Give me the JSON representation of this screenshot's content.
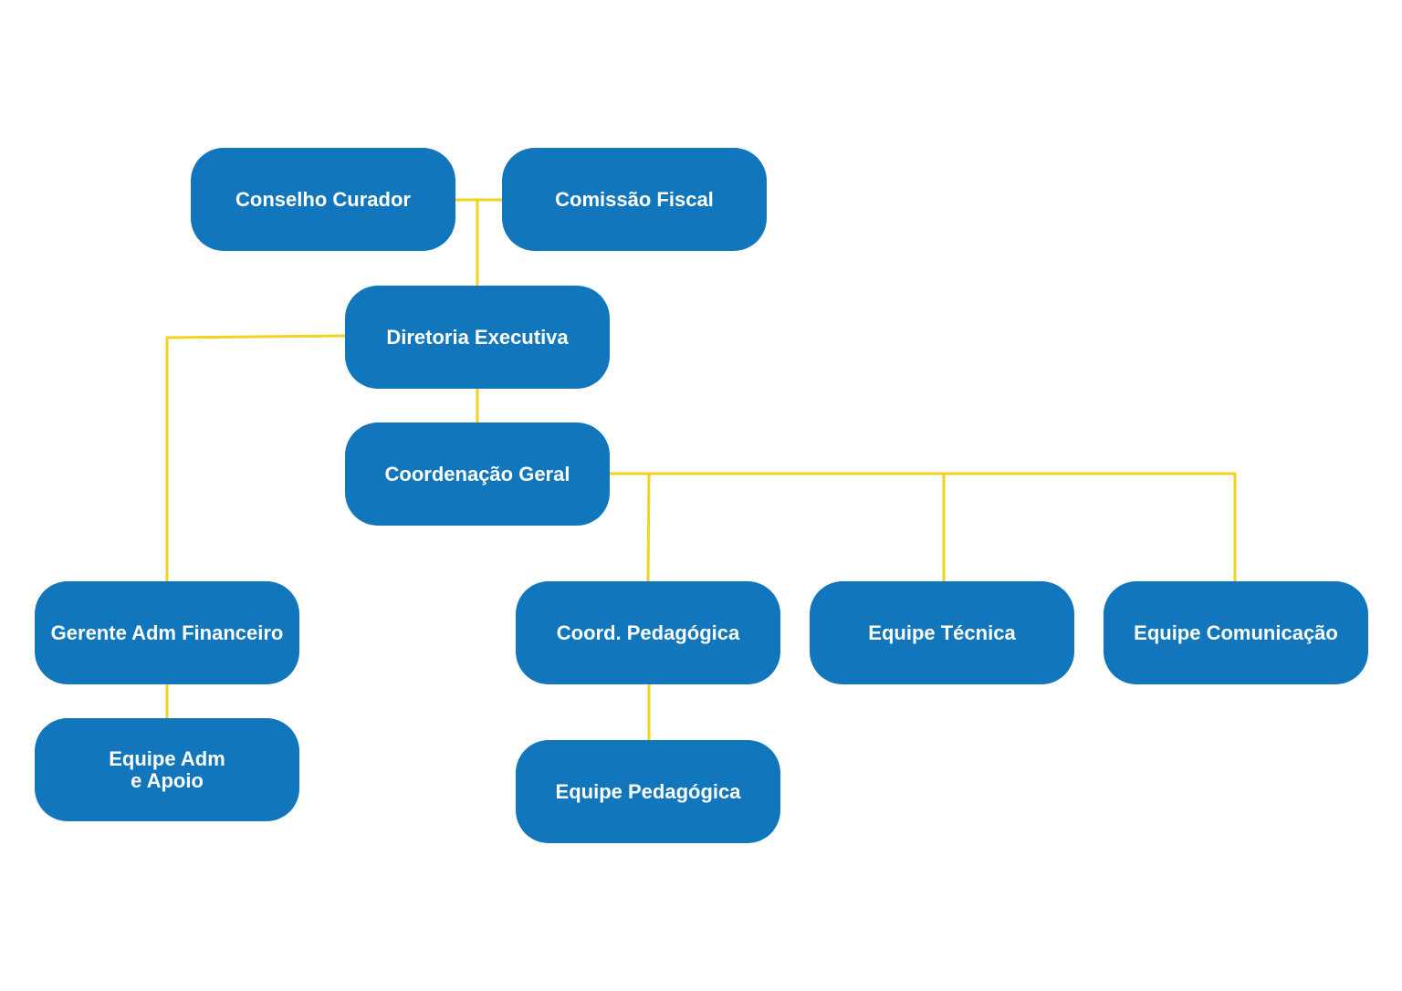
{
  "diagram": {
    "colors": {
      "box_fill": "#1276bc",
      "box_text": "#ffffff",
      "connector": "#f2d31f",
      "background": "#ffffff"
    },
    "nodes": {
      "conselho_curador": "Conselho Curador",
      "comissao_fiscal": "Comissão Fiscal",
      "diretoria_executiva": "Diretoria Executiva",
      "coordenacao_geral": "Coordenação Geral",
      "gerente_adm_financeiro": "Gerente Adm Financeiro",
      "equipe_adm_apoio": "Equipe Adm\ne Apoio",
      "coord_pedagogica": "Coord. Pedagógica",
      "equipe_tecnica": "Equipe Técnica",
      "equipe_comunicacao": "Equipe Comunicação",
      "equipe_pedagogica": "Equipe Pedagógica"
    },
    "edges": [
      [
        "conselho_curador",
        "comissao_fiscal"
      ],
      [
        "conselho_curador",
        "diretoria_executiva"
      ],
      [
        "comissao_fiscal",
        "diretoria_executiva"
      ],
      [
        "diretoria_executiva",
        "coordenacao_geral"
      ],
      [
        "diretoria_executiva",
        "gerente_adm_financeiro"
      ],
      [
        "gerente_adm_financeiro",
        "equipe_adm_apoio"
      ],
      [
        "coordenacao_geral",
        "coord_pedagogica"
      ],
      [
        "coordenacao_geral",
        "equipe_tecnica"
      ],
      [
        "coordenacao_geral",
        "equipe_comunicacao"
      ],
      [
        "coord_pedagogica",
        "equipe_pedagogica"
      ]
    ]
  }
}
